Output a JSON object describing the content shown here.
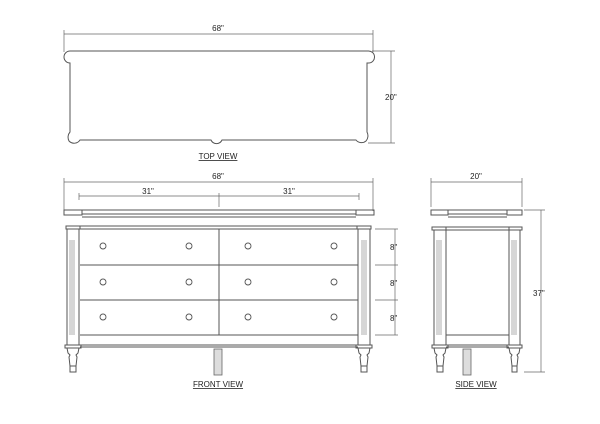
{
  "top_view": {
    "width_label": "68\"",
    "depth_label": "20\"",
    "title": "TOP VIEW"
  },
  "front_view": {
    "overall_width_label": "68\"",
    "left_section_label": "31\"",
    "right_section_label": "31\"",
    "drawer_heights": [
      "8\"",
      "8\"",
      "8\""
    ],
    "title": "FRONT VIEW",
    "drawer_rows": 3,
    "drawer_columns": 2
  },
  "side_view": {
    "depth_label": "20\"",
    "height_label": "37\"",
    "title": "SIDE VIEW"
  },
  "colors": {
    "line": "#555555",
    "light_line": "#999999",
    "background": "#ffffff"
  }
}
